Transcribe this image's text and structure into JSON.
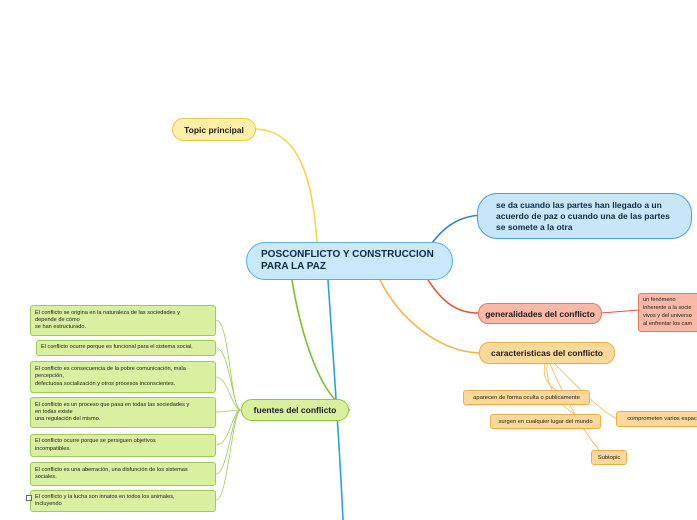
{
  "center": {
    "title": "POSCONFLICTO Y CONSTRUCCION\nPARA LA PAZ"
  },
  "topic_principal": "Topic principal",
  "definicion": "se da cuando las partes han llegado a un\nacuerdo de paz o cuando una de las partes\nse somete a la otra",
  "generalidades": {
    "label": "generalidades del conflicto",
    "detail": "un fenómeno\ninherente a la socie\nvivos y del universo\nal enfrentar los cam"
  },
  "caracteristicas": {
    "label": "caracteristicas del conflicto",
    "items": [
      "aparecen de forma oculta o publicamente",
      "surgen en cualquier lugar del mundo",
      "comprometen varios espac",
      "Subtopic"
    ]
  },
  "fuentes": {
    "label": "fuentes del conflicto",
    "items": [
      "El conflicto se origina en la naturaleza de las sociedades y\ndepende de cómo\nse han estructurado.",
      "El conflicto ocurre porque es funcional para el sistema social.",
      "El conflicto es consecuencia de la pobre comunicación, mala\npercepción,\ndefectuosa socialización y otros procesos inconscientes.",
      "El conflicto es un proceso que pasa en todas las sociedades y\nen todas existe\nuna regulación del mismo.",
      "El conflicto ocurre porque se persiguen objetivos\nincompatibles.",
      "El conflicto es una aberración, una disfunción de los sistemas\nsociales.",
      "El conflicto y la lucha son innatos en todos los animales,\nincluyendo"
    ]
  },
  "colors": {
    "yellow": "#f2d84a",
    "blue": "#2a7fc8",
    "red": "#e0553a",
    "orange": "#f0b84a",
    "green": "#7cbf2e",
    "cyan": "#22a6d8"
  }
}
